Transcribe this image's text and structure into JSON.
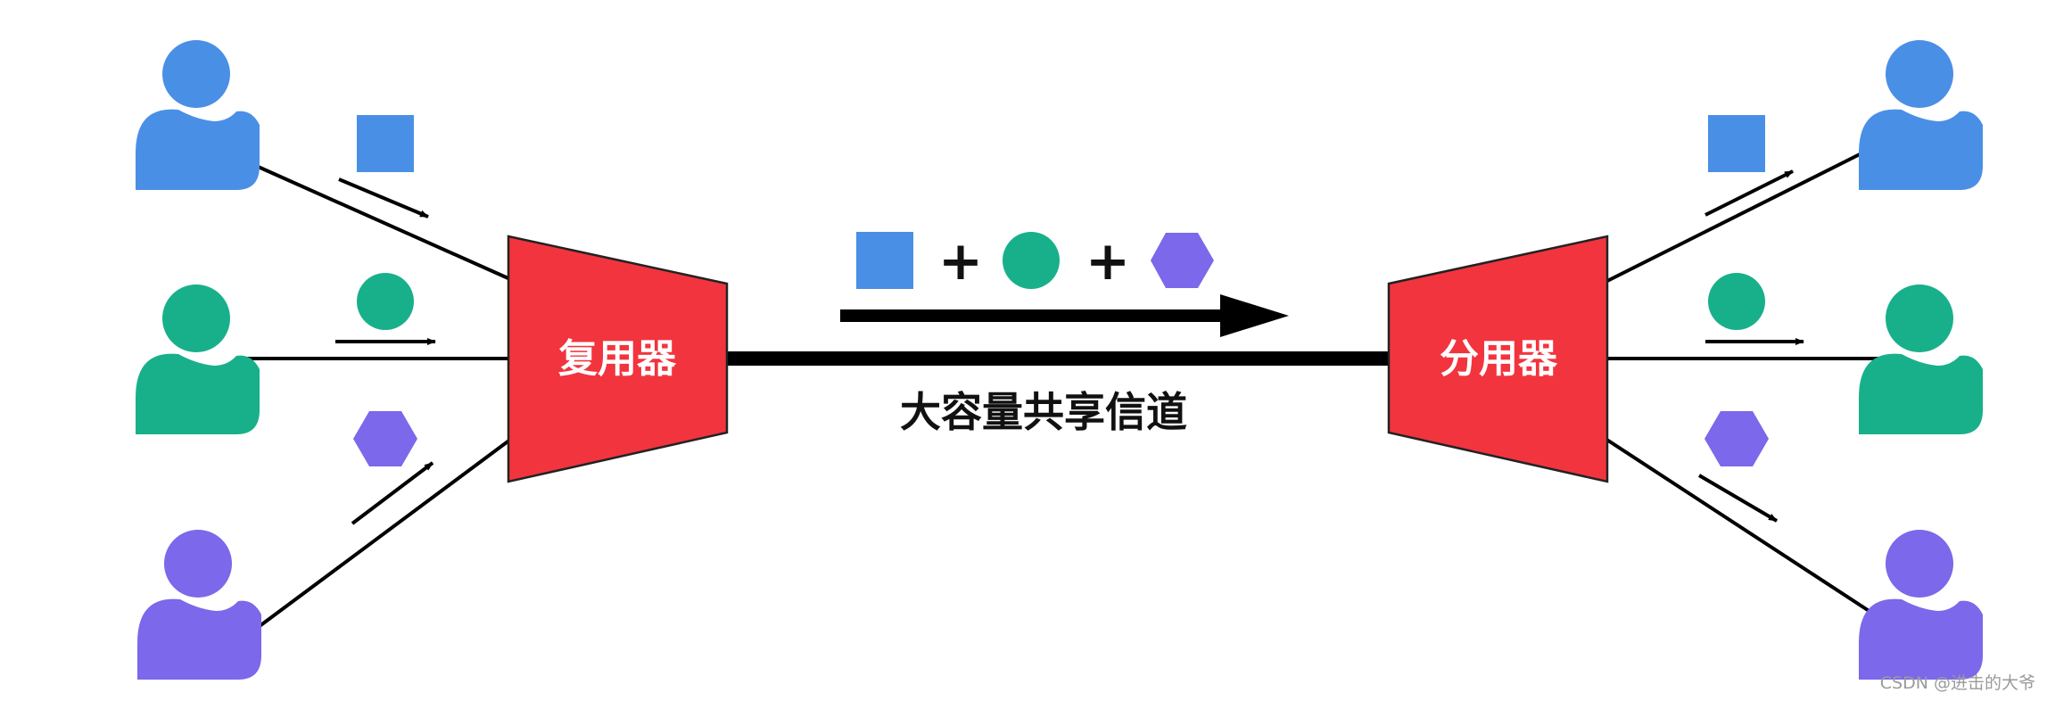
{
  "multiplexer": {
    "label": "复用器"
  },
  "demultiplexer": {
    "label": "分用器"
  },
  "channel": {
    "label": "大容量共享信道"
  },
  "combined_signal": {
    "operators": [
      "+",
      "+"
    ]
  },
  "watermark": {
    "text": "CSDN @进击的大爷"
  },
  "colors": {
    "blue": "#4a8fe6",
    "green": "#18b08a",
    "purple": "#7b68ea",
    "red": "#f2343e",
    "line": "#000000"
  },
  "senders": [
    {
      "color": "blue",
      "symbol": "square"
    },
    {
      "color": "green",
      "symbol": "circle"
    },
    {
      "color": "purple",
      "symbol": "hexagon"
    }
  ],
  "receivers": [
    {
      "color": "blue",
      "symbol": "square"
    },
    {
      "color": "green",
      "symbol": "circle"
    },
    {
      "color": "purple",
      "symbol": "hexagon"
    }
  ]
}
